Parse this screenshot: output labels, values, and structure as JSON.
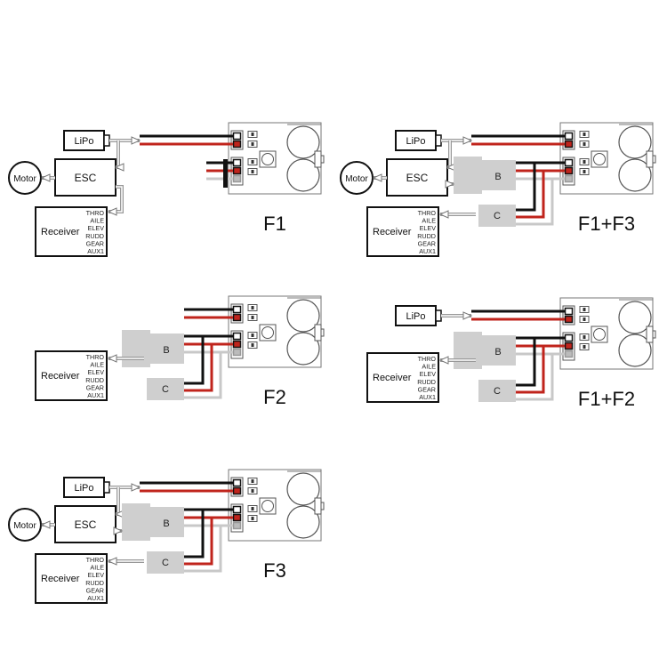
{
  "labels": {
    "lipo": "LiPo",
    "esc": "ESC",
    "motor": "Motor",
    "receiver": "Receiver",
    "module_b": "B",
    "module_c": "C"
  },
  "receiver_channels": [
    "THRO",
    "AILE",
    "ELEV",
    "RUDD",
    "GEAR",
    "AUX1"
  ],
  "panels": [
    {
      "label": "F1"
    },
    {
      "label": "F1+F3"
    },
    {
      "label": "F2"
    },
    {
      "label": "F1+F2"
    },
    {
      "label": "F3"
    }
  ],
  "colors": {
    "black_wire": "#111111",
    "red_wire": "#c0241c",
    "signal_wire": "#c8c8c8",
    "module_fill": "#cfcfcf",
    "arrow": "#999999"
  }
}
